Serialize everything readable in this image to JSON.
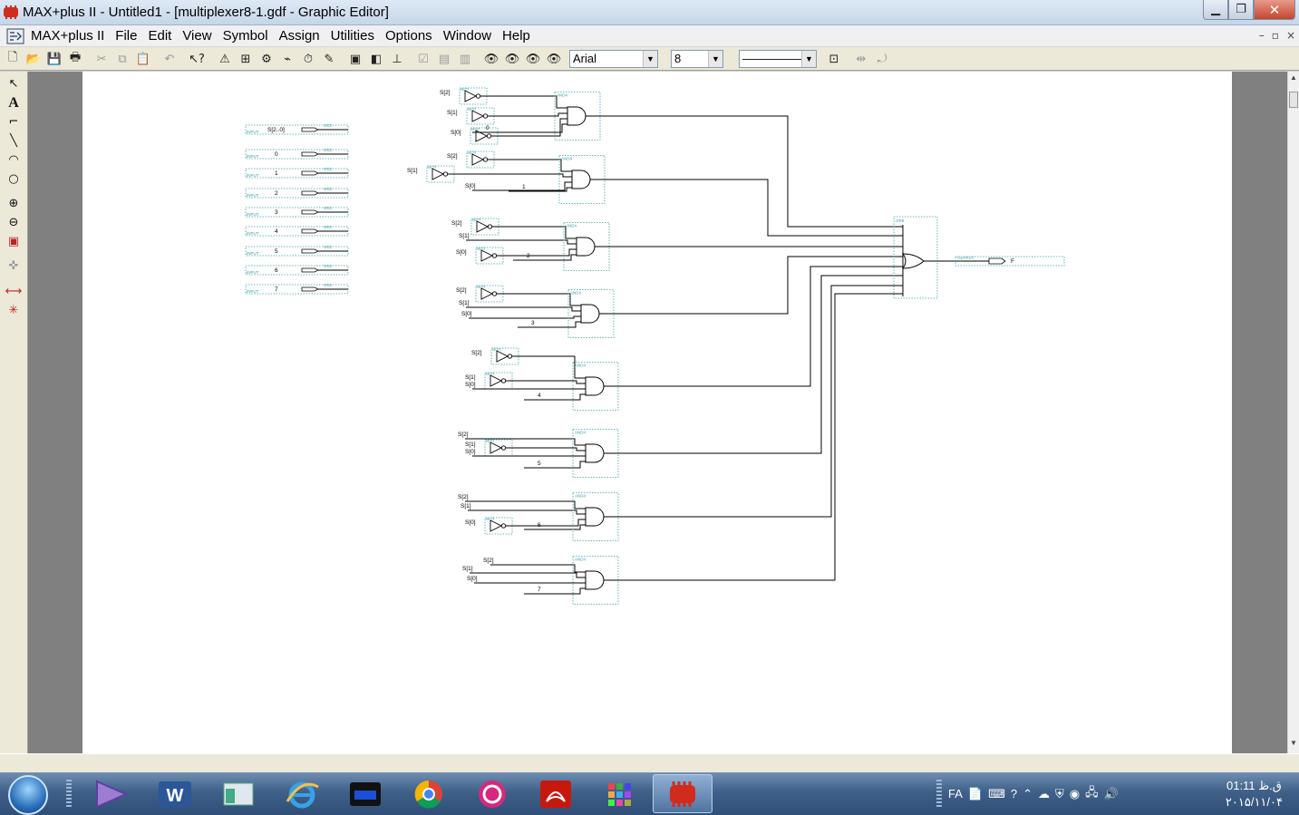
{
  "window": {
    "title": "MAX+plus II - Untitled1 - [multiplexer8-1.gdf - Graphic Editor]",
    "minimize_glyph": "▁",
    "restore_glyph": "❐",
    "close_glyph": "✕"
  },
  "menubar": {
    "items": [
      "MAX+plus II",
      "File",
      "Edit",
      "View",
      "Symbol",
      "Assign",
      "Utilities",
      "Options",
      "Window",
      "Help"
    ],
    "mdi": [
      "–",
      "▫",
      "×"
    ]
  },
  "toolbar": {
    "font_name": "Arial",
    "font_size": "8",
    "line_style": "—————",
    "icons": [
      "new-file-icon",
      "open-folder-icon",
      "save-icon",
      "print-icon",
      "cut-icon",
      "copy-icon",
      "paste-icon",
      "undo-icon",
      "help-pointer-icon",
      "warning-icon",
      "hierarchy-icon",
      "compile-icon",
      "simulate-icon",
      "timing-icon",
      "program-icon",
      "project-icon",
      "tree-icon",
      "check-icon",
      "eye-icon"
    ]
  },
  "schematic": {
    "inputs": {
      "bus": "S[2..0]",
      "data": [
        "0",
        "1",
        "2",
        "3",
        "4",
        "5",
        "6",
        "7"
      ]
    },
    "labels": {
      "s2": "S[2]",
      "s1": "S[1]",
      "s0": "S[0]"
    },
    "output": "F",
    "and_gate_tag": "AND4",
    "or_gate_tag": "OR8",
    "not_tag": "NOT",
    "input_tag": "INPUT",
    "output_tag": "OUTPUT",
    "vcc_tag": "VCC"
  },
  "taskbar": {
    "language": "FA",
    "time": "01:11 ق.ظ",
    "date": "۲۰۱۵/۱۱/۰۴"
  }
}
